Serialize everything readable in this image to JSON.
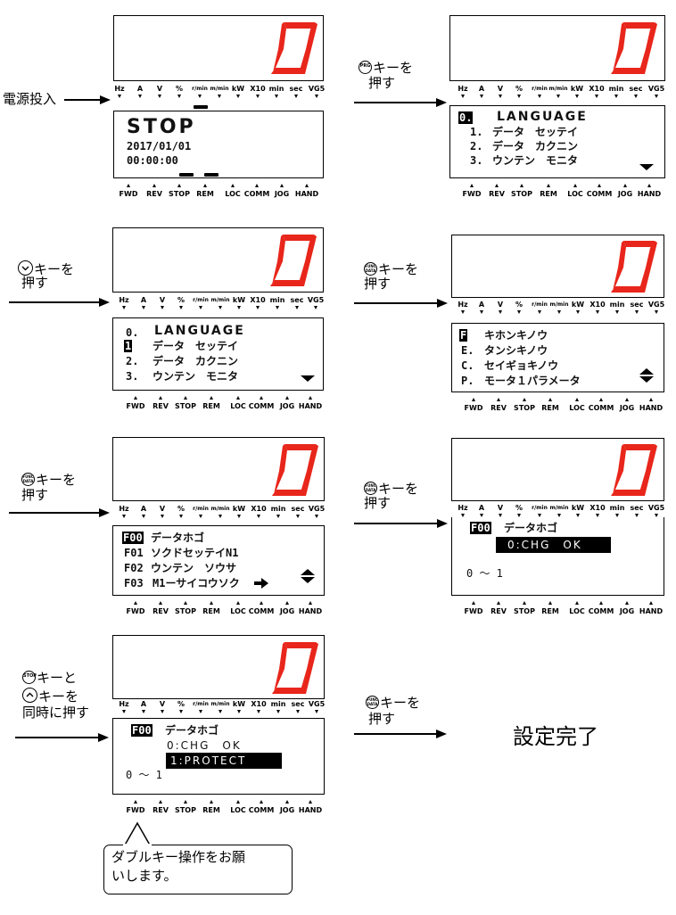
{
  "digit": "0",
  "indicators_top": [
    "Hz",
    "A",
    "V",
    "%",
    "r/min",
    "m/min",
    "kW",
    "X10",
    "min",
    "sec",
    "VG5"
  ],
  "indicators_bottom": [
    "FWD",
    "REV",
    "STOP",
    "REM",
    "LOC",
    "COMM",
    "JOG",
    "HAND"
  ],
  "colors": {
    "segment": "#e8261b",
    "line": "#000000"
  },
  "keys": {
    "prg": "PRG",
    "func": "FUNC",
    "data": "DATA",
    "stop": "STOP"
  },
  "steps": {
    "s1": {
      "label": "電源投入",
      "lines": [
        "STOP",
        "2017/01/01",
        "00:00:00"
      ]
    },
    "s2": {
      "label_suffix": "キーを",
      "label2": "押す",
      "lines": [
        "0.",
        "LANGUAGE",
        "1.",
        "データ　セッテイ",
        "2.",
        "データ　カクニン",
        "3.",
        "ウンテン　モニタ"
      ]
    },
    "s3": {
      "label_suffix": "キーを",
      "label2": "押す",
      "lines": [
        "0.",
        "LANGUAGE",
        "1",
        "データ　セッテイ",
        "2.",
        "データ　カクニン",
        "3.",
        "ウンテン　モニタ"
      ]
    },
    "s4": {
      "label_suffix": "キーを",
      "label2": "押す",
      "lines": [
        "F",
        "キホンキノウ",
        "E.",
        "タンシキノウ",
        "C.",
        "セイギョキノウ",
        "P.",
        "モータ１パラメータ"
      ]
    },
    "s5": {
      "label_suffix": "キーを",
      "label2": "押す",
      "lines": [
        "F00",
        "データホゴ",
        "F01",
        "ソクドセッテイN1",
        "F02",
        "ウンテン　ソウサ",
        "F03",
        "M1ーサイコウソク"
      ]
    },
    "s6": {
      "label_suffix": "キーを",
      "label2": "押す",
      "lines": [
        "F00",
        "データホゴ",
        "0:CHG　OK",
        "0 ～ 1"
      ]
    },
    "s7": {
      "label_a": "キーと",
      "label_b": "キーを",
      "label_c": "同時に押す",
      "lines": [
        "F00",
        "データホゴ",
        "0:CHG　OK",
        "1:PROTECT",
        "0 ～ 1"
      ]
    },
    "s8": {
      "label_suffix": "キーを",
      "label2": "押す",
      "result": "設定完了"
    }
  },
  "bubble": {
    "line1": "ダブルキー操作をお願",
    "line2": "いします。"
  }
}
